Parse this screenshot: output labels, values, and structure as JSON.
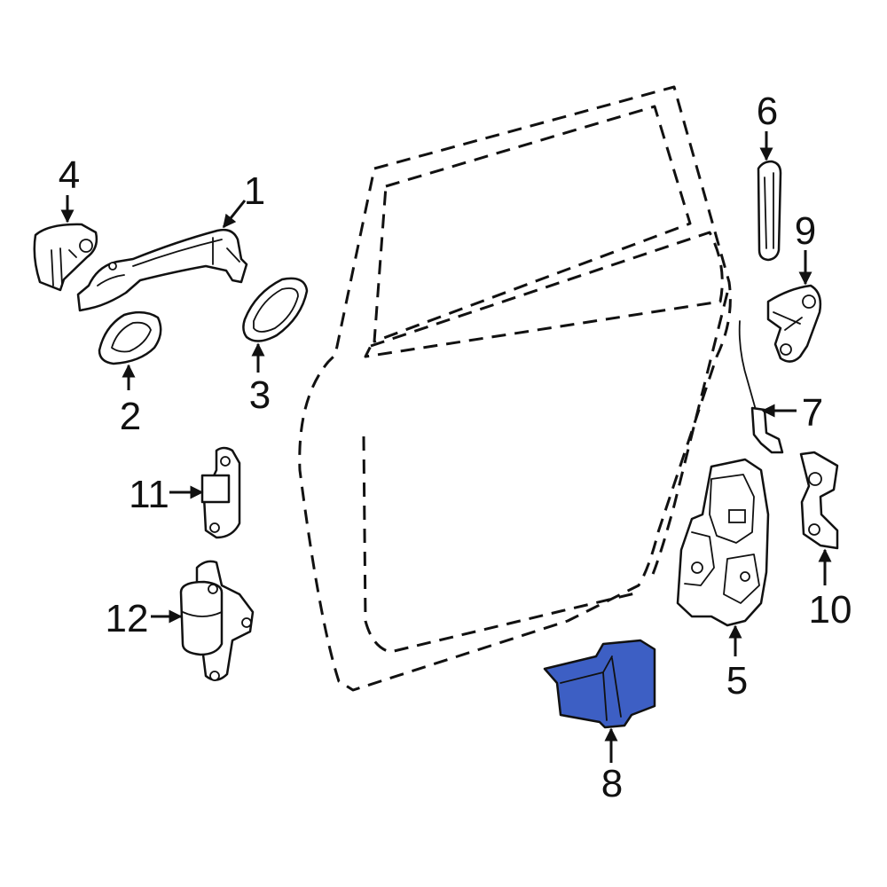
{
  "diagram": {
    "highlight_color": "#3d5fc4",
    "outline_color": "#111111",
    "callouts": {
      "c1": "1",
      "c2": "2",
      "c3": "3",
      "c4": "4",
      "c5": "5",
      "c6": "6",
      "c7": "7",
      "c8": "8",
      "c9": "9",
      "c10": "10",
      "c11": "11",
      "c12": "12"
    }
  }
}
